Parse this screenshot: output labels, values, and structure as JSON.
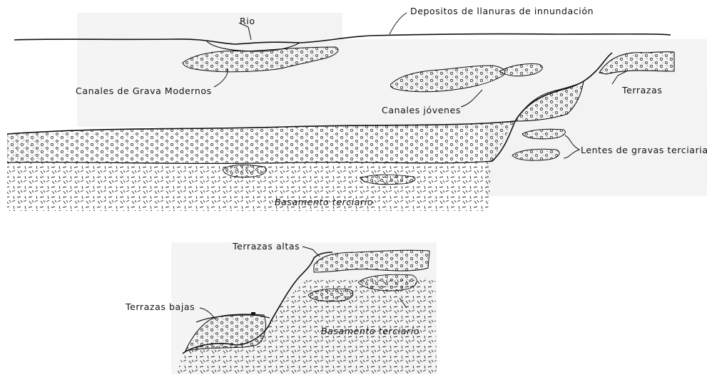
{
  "diagram": {
    "top_section": {
      "labels": {
        "rio": "Rio",
        "depositos": "Depositos  de  llanuras  de  innundación",
        "canales_grava_modernos": "Canales de Grava Modernos",
        "terrazas": "Terrazas",
        "canales_jovenes": "Canales jóvenes",
        "lentes_gravas": "Lentes de gravas terciarias",
        "basamento": "Basamento terciario"
      }
    },
    "bottom_section": {
      "labels": {
        "terrazas_altas": "Terrazas altas",
        "terrazas_bajas": "Terrazas bajas",
        "basamento": "Basamento terciario"
      }
    },
    "colors": {
      "ink": "#111111",
      "background": "#ffffff",
      "shading": "#d8d8d8"
    }
  }
}
